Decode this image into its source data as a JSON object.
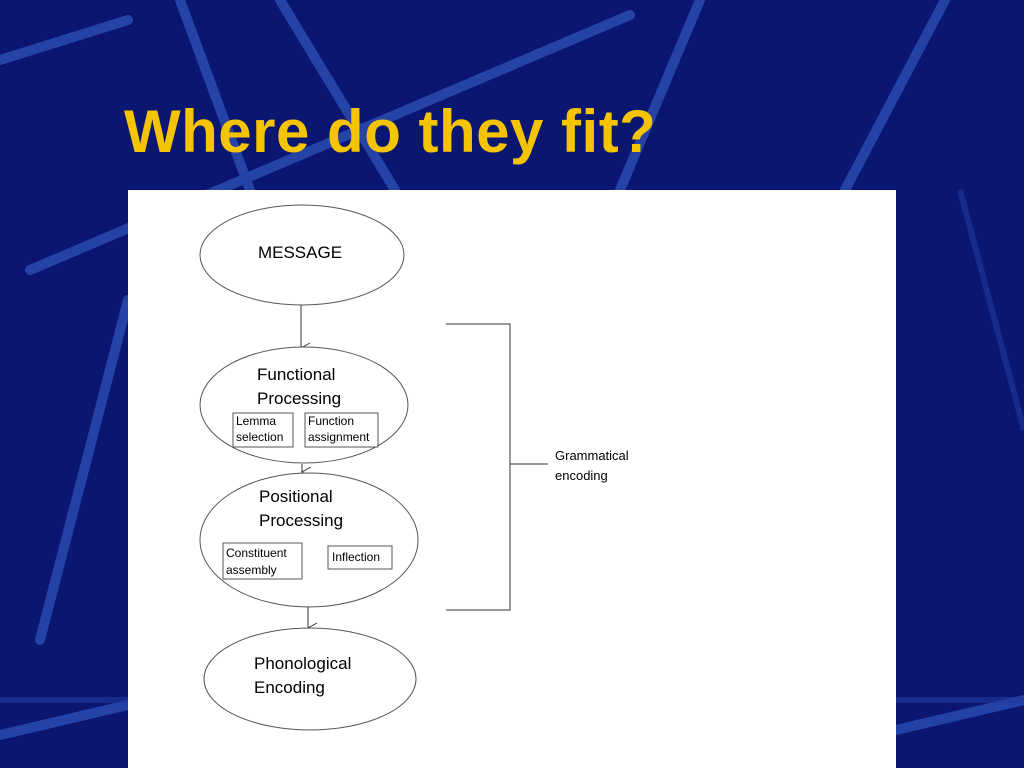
{
  "slide": {
    "title": "Where do they fit?"
  },
  "colors": {
    "background": "#0a1670",
    "title": "#f5c400",
    "panel": "#ffffff",
    "decor_lines": "#2e52b8"
  },
  "diagram": {
    "nodes": {
      "message": {
        "lines": [
          "MESSAGE"
        ]
      },
      "functional": {
        "lines": [
          "Functional",
          "Processing"
        ],
        "boxes": [
          {
            "lines": [
              "Lemma",
              "selection"
            ]
          },
          {
            "lines": [
              "Function",
              "assignment"
            ]
          }
        ]
      },
      "positional": {
        "lines": [
          "Positional",
          "Processing"
        ],
        "boxes": [
          {
            "lines": [
              "Constituent",
              "assembly"
            ]
          },
          {
            "lines": [
              "Inflection"
            ]
          }
        ]
      },
      "phonological": {
        "lines": [
          "Phonological",
          "Encoding"
        ]
      }
    },
    "bracket_label": [
      "Grammatical",
      "encoding"
    ]
  }
}
